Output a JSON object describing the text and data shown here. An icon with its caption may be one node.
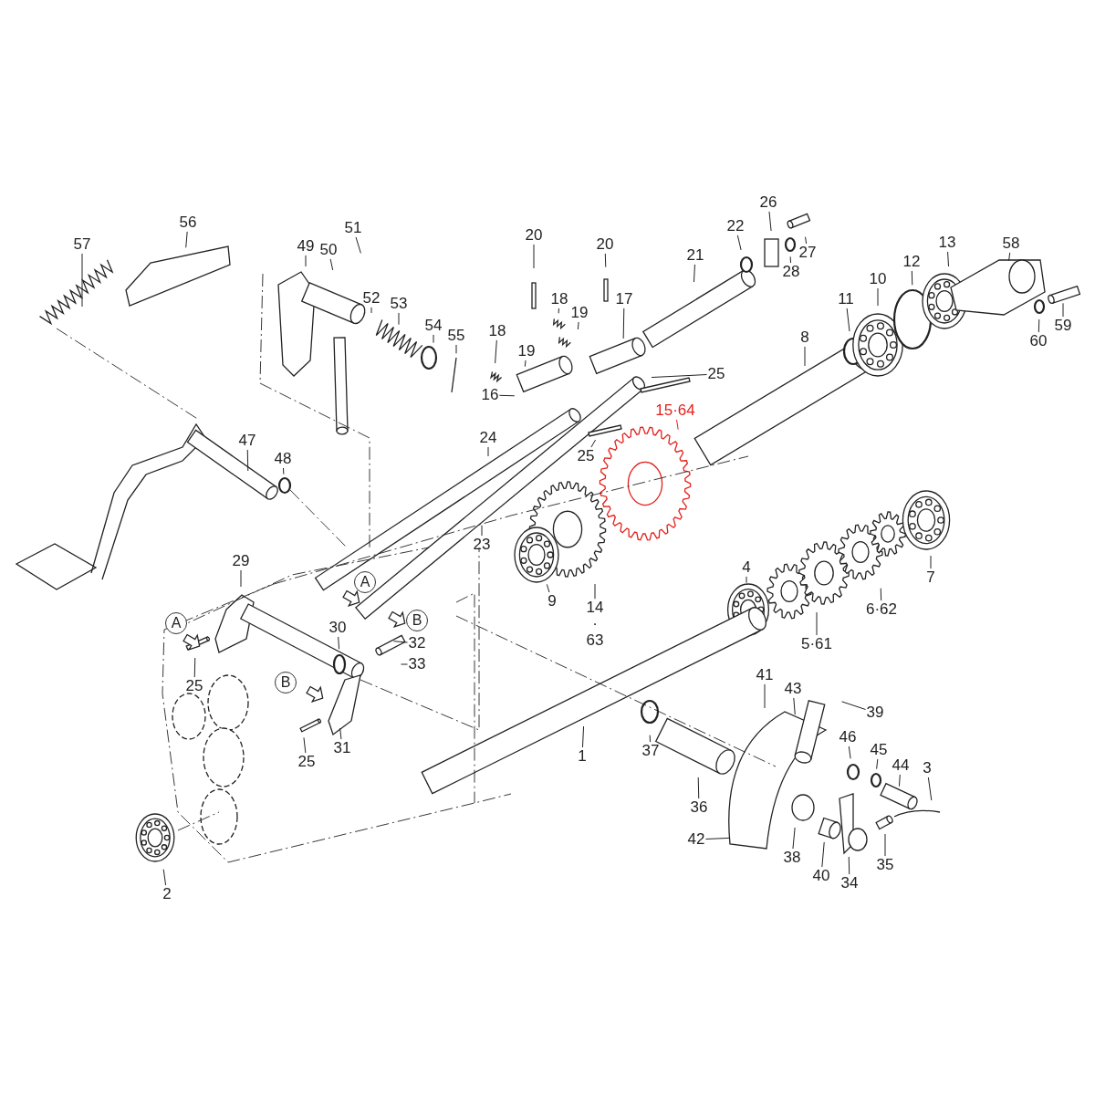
{
  "diagram": {
    "nodes": [
      {
        "text": [
          "57"
        ]
      },
      {
        "text": [
          "56"
        ]
      },
      {
        "text": [
          "49"
        ]
      },
      {
        "text": [
          "50"
        ]
      },
      {
        "text": [
          "51"
        ]
      },
      {
        "text": [
          "52"
        ]
      },
      {
        "text": [
          "53"
        ]
      },
      {
        "text": [
          "54"
        ]
      },
      {
        "text": [
          "55"
        ]
      },
      {
        "text": [
          "20"
        ]
      },
      {
        "text": [
          "20"
        ]
      },
      {
        "text": [
          "21"
        ]
      },
      {
        "text": [
          "22"
        ]
      },
      {
        "text": [
          "26"
        ]
      },
      {
        "text": [
          "28"
        ]
      },
      {
        "text": [
          "27"
        ]
      },
      {
        "text": [
          "58"
        ]
      },
      {
        "text": [
          "18"
        ]
      },
      {
        "text": [
          "19"
        ]
      },
      {
        "text": [
          "17"
        ]
      },
      {
        "text": [
          "18"
        ]
      },
      {
        "text": [
          "19"
        ]
      },
      {
        "text": [
          "16"
        ]
      },
      {
        "text": [
          "25"
        ]
      },
      {
        "text": [
          "15·64"
        ]
      },
      {
        "text": [
          "25"
        ]
      },
      {
        "text": [
          "24"
        ]
      },
      {
        "text": [
          "23"
        ]
      },
      {
        "text": [
          "9"
        ]
      },
      {
        "text": [
          "14 · 63"
        ]
      },
      {
        "text": [
          "4"
        ]
      },
      {
        "text": [
          "5·61"
        ]
      },
      {
        "text": [
          "6·62"
        ]
      },
      {
        "text": [
          "7"
        ]
      },
      {
        "text": [
          "8"
        ]
      },
      {
        "text": [
          "11"
        ]
      },
      {
        "text": [
          "10"
        ]
      },
      {
        "text": [
          "12"
        ]
      },
      {
        "text": [
          "13"
        ]
      },
      {
        "text": [
          "60"
        ]
      },
      {
        "text": [
          "59"
        ]
      },
      {
        "text": [
          "47"
        ]
      },
      {
        "text": [
          "48"
        ]
      },
      {
        "text": [
          "29"
        ]
      },
      {
        "text": [
          "30"
        ]
      },
      {
        "text": [
          "32"
        ]
      },
      {
        "text": [
          "33"
        ]
      },
      {
        "text": [
          "25"
        ]
      },
      {
        "text": [
          "25"
        ]
      },
      {
        "text": [
          "31"
        ]
      },
      {
        "text": [
          "1"
        ]
      },
      {
        "text": [
          "37"
        ]
      },
      {
        "text": [
          "41"
        ]
      },
      {
        "text": [
          "43"
        ]
      },
      {
        "text": [
          "39"
        ]
      },
      {
        "text": [
          "46"
        ]
      },
      {
        "text": [
          "45"
        ]
      },
      {
        "text": [
          "44"
        ]
      },
      {
        "text": [
          "3"
        ]
      },
      {
        "text": [
          "36"
        ]
      },
      {
        "text": [
          "42"
        ]
      },
      {
        "text": [
          "38"
        ]
      },
      {
        "text": [
          "40"
        ]
      },
      {
        "text": [
          "34"
        ]
      },
      {
        "text": [
          "35"
        ]
      },
      {
        "text": [
          "2"
        ]
      }
    ],
    "edges": [
      {
        "from": 0,
        "to": null,
        "arrow": "none"
      },
      {
        "from": 1,
        "to": null,
        "arrow": "none"
      },
      {
        "from": 2,
        "to": null,
        "arrow": "none"
      },
      {
        "from": 3,
        "to": null,
        "arrow": "none"
      },
      {
        "from": 4,
        "to": null,
        "arrow": "none"
      },
      {
        "from": 5,
        "to": null,
        "arrow": "none"
      },
      {
        "from": 6,
        "to": null,
        "arrow": "none"
      },
      {
        "from": 7,
        "to": null,
        "arrow": "none"
      },
      {
        "from": 8,
        "to": null,
        "arrow": "none"
      },
      {
        "from": 9,
        "to": null,
        "arrow": "none"
      },
      {
        "from": 10,
        "to": null,
        "arrow": "none"
      },
      {
        "from": 11,
        "to": null,
        "arrow": "none"
      },
      {
        "from": 12,
        "to": null,
        "arrow": "none"
      },
      {
        "from": 13,
        "to": null,
        "arrow": "none"
      },
      {
        "from": 14,
        "to": null,
        "arrow": "none"
      },
      {
        "from": 15,
        "to": null,
        "arrow": "none"
      },
      {
        "from": 16,
        "to": null,
        "arrow": "none"
      },
      {
        "from": 17,
        "to": null,
        "arrow": "none"
      },
      {
        "from": 18,
        "to": null,
        "arrow": "none"
      },
      {
        "from": 19,
        "to": null,
        "arrow": "none"
      },
      {
        "from": 20,
        "to": null,
        "arrow": "none"
      },
      {
        "from": 21,
        "to": null,
        "arrow": "none"
      },
      {
        "from": 22,
        "to": null,
        "arrow": "none"
      },
      {
        "from": 23,
        "to": null,
        "arrow": "none"
      },
      {
        "from": 24,
        "to": null,
        "arrow": "none",
        "color": "#e3201b"
      },
      {
        "from": 25,
        "to": null,
        "arrow": "none"
      },
      {
        "from": 26,
        "to": null,
        "arrow": "none"
      },
      {
        "from": 27,
        "to": null,
        "arrow": "none"
      },
      {
        "from": 28,
        "to": null,
        "arrow": "none"
      },
      {
        "from": 29,
        "to": null,
        "arrow": "none"
      },
      {
        "from": 30,
        "to": null,
        "arrow": "none"
      },
      {
        "from": 31,
        "to": null,
        "arrow": "none"
      },
      {
        "from": 32,
        "to": null,
        "arrow": "none"
      },
      {
        "from": 33,
        "to": null,
        "arrow": "none"
      },
      {
        "from": 34,
        "to": null,
        "arrow": "none"
      },
      {
        "from": 35,
        "to": null,
        "arrow": "none"
      },
      {
        "from": 36,
        "to": null,
        "arrow": "none"
      },
      {
        "from": 37,
        "to": null,
        "arrow": "none"
      },
      {
        "from": 38,
        "to": null,
        "arrow": "none"
      },
      {
        "from": 39,
        "to": null,
        "arrow": "none"
      },
      {
        "from": 40,
        "to": null,
        "arrow": "none"
      },
      {
        "from": 41,
        "to": null,
        "arrow": "none"
      },
      {
        "from": 42,
        "to": null,
        "arrow": "none"
      },
      {
        "from": 43,
        "to": null,
        "arrow": "none"
      },
      {
        "from": 44,
        "to": null,
        "arrow": "none"
      },
      {
        "from": 45,
        "to": null,
        "arrow": "none"
      },
      {
        "from": 46,
        "to": null,
        "arrow": "none"
      },
      {
        "from": 47,
        "to": null,
        "arrow": "none"
      },
      {
        "from": 48,
        "to": null,
        "arrow": "none"
      },
      {
        "from": 49,
        "to": null,
        "arrow": "none"
      },
      {
        "from": 50,
        "to": null,
        "arrow": "none"
      },
      {
        "from": 51,
        "to": null,
        "arrow": "none"
      },
      {
        "from": 52,
        "to": null,
        "arrow": "none"
      },
      {
        "from": 53,
        "to": null,
        "arrow": "none"
      },
      {
        "from": 54,
        "to": null,
        "arrow": "none"
      },
      {
        "from": 55,
        "to": null,
        "arrow": "none"
      },
      {
        "from": 56,
        "to": null,
        "arrow": "none"
      },
      {
        "from": 57,
        "to": null,
        "arrow": "none"
      },
      {
        "from": 58,
        "to": null,
        "arrow": "none"
      },
      {
        "from": 59,
        "to": null,
        "arrow": "none"
      },
      {
        "from": 60,
        "to": null,
        "arrow": "none"
      },
      {
        "from": 61,
        "to": null,
        "arrow": "none"
      },
      {
        "from": 62,
        "to": null,
        "arrow": "none"
      },
      {
        "from": 63,
        "to": null,
        "arrow": "none"
      },
      {
        "from": 64,
        "to": null,
        "arrow": "none"
      },
      {
        "from": 65,
        "to": null,
        "arrow": "none"
      }
    ],
    "labels": [
      "A",
      "B",
      "A",
      "B"
    ]
  }
}
